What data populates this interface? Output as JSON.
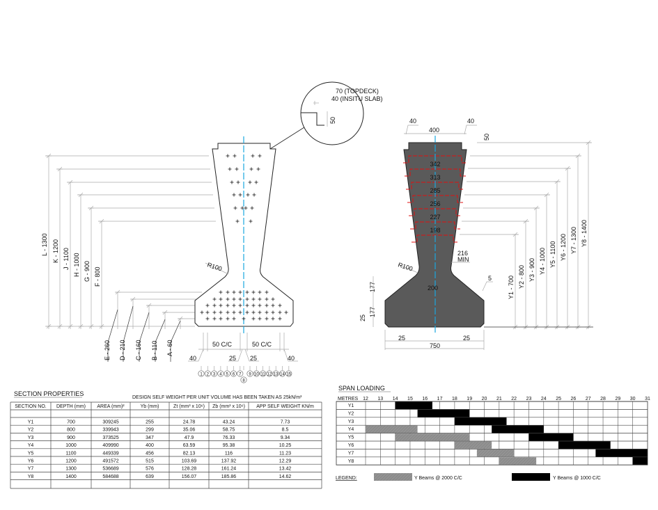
{
  "detail": {
    "topdeck": "70  (TOPDECK)",
    "insitu": "40  (INSITU  SLAB)",
    "step": "50"
  },
  "left_section": {
    "heights": [
      "L  -  1300",
      "K  -  1200",
      "J  -  1100",
      "H  -  1000",
      "G  -  900",
      "F  -  800"
    ],
    "levels": [
      "E  -  260",
      "D  -  210",
      "C  -  160",
      "B  -  110",
      "A  -  60"
    ],
    "radius": "R100",
    "spacing_left": "50  C/C",
    "spacing_right": "50  C/C",
    "edge_left": "40",
    "edge_right": "40",
    "mid_left": "25",
    "mid_right": "25",
    "strand_numbers": [
      "1",
      "2",
      "3",
      "4",
      "5",
      "6",
      "7",
      "8",
      "9",
      "10",
      "11",
      "12",
      "13",
      "14",
      "15"
    ]
  },
  "right_section": {
    "top_width": "400",
    "top_left": "40",
    "top_right": "40",
    "top_step": "50",
    "web_widths": [
      "342",
      "313",
      "285",
      "256",
      "227",
      "198"
    ],
    "web_min": "216",
    "web_min_label": "MIN",
    "radius": "R100",
    "flange_center": "200",
    "chamfer": "5",
    "flange_upper": "177",
    "flange_lower": "177",
    "bottom_chamfer": "25",
    "bottom_left": "25",
    "bottom_right": "25",
    "bottom_width": "750",
    "depths": [
      "Y1  -  700",
      "Y2  -  800",
      "Y3  -  900",
      "Y4  -  1000",
      "Y5  -  1100",
      "Y6  -  1200",
      "Y7  -  1300",
      "Y8  -  1400"
    ]
  },
  "section_properties": {
    "title": "SECTION PROPERTIES",
    "note": "DESIGN SELF WEIGHT PER UNIT VOLUME HAS BEEN TAKEN AS 25kN/m³",
    "headers": [
      "SECTION NO.",
      "DEPTH (mm)",
      "AREA (mm)²",
      "Yb (mm)",
      "Zt (mm³ x 10⁶)",
      "Zb (mm³ x 10⁶)",
      "APP SELF WEIGHT KN/m"
    ],
    "rows": [
      [
        "Y1",
        "700",
        "309245",
        "255",
        "24.78",
        "43.24",
        "7.73"
      ],
      [
        "Y2",
        "800",
        "339943",
        "299",
        "35.06",
        "58.75",
        "8.5"
      ],
      [
        "Y3",
        "900",
        "373525",
        "347",
        "47.9",
        "76.33",
        "9.34"
      ],
      [
        "Y4",
        "1000",
        "409990",
        "400",
        "63.59",
        "95.38",
        "10.25"
      ],
      [
        "Y5",
        "1100",
        "449339",
        "456",
        "82.13",
        "116",
        "11.23"
      ],
      [
        "Y6",
        "1200",
        "491572",
        "515",
        "103.69",
        "137.92",
        "12.29"
      ],
      [
        "Y7",
        "1300",
        "536689",
        "576",
        "128.28",
        "161.24",
        "13.42"
      ],
      [
        "Y8",
        "1400",
        "584688",
        "639",
        "156.07",
        "185.86",
        "14.62"
      ]
    ]
  },
  "span_loading": {
    "title": "SPAN LOADING",
    "axis_label": "METRES",
    "metres": [
      12,
      13,
      14,
      15,
      16,
      17,
      18,
      19,
      20,
      21,
      22,
      23,
      24,
      25,
      26,
      27,
      28,
      29,
      30,
      31
    ],
    "rows": [
      {
        "name": "Y1",
        "grey": null,
        "black": [
          14,
          16.5
        ]
      },
      {
        "name": "Y2",
        "grey": null,
        "black": [
          15.5,
          19
        ]
      },
      {
        "name": "Y3",
        "grey": null,
        "black": [
          18,
          21.5
        ]
      },
      {
        "name": "Y4",
        "grey": [
          12,
          15.5
        ],
        "black": [
          20.5,
          24
        ]
      },
      {
        "name": "Y5",
        "grey": [
          14,
          19
        ],
        "black": [
          23,
          26
        ]
      },
      {
        "name": "Y6",
        "grey": [
          18,
          20.5
        ],
        "black": [
          25,
          28.5
        ]
      },
      {
        "name": "Y7",
        "grey": [
          19.5,
          22
        ],
        "black": [
          27.5,
          31
        ]
      },
      {
        "name": "Y8",
        "grey": [
          21,
          23.5
        ],
        "black": [
          30,
          31
        ]
      }
    ],
    "legend_label": "LEGEND:",
    "legend_grey": "Y Beams @ 2000 C/C",
    "legend_black": "Y Beams @ 1000 C/C",
    "colors": {
      "grey": "#8c8c8c",
      "black": "#000000"
    }
  }
}
